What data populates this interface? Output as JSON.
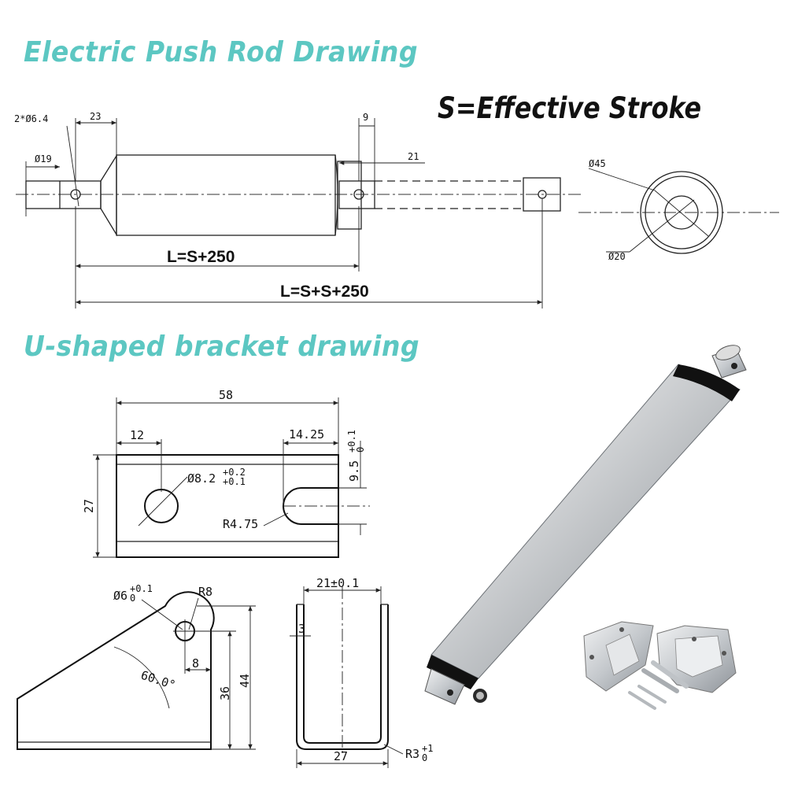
{
  "headings": {
    "rod_title": "Electric Push Rod Drawing",
    "bracket_title": "U-shaped bracket drawing",
    "stroke_note": "S=Effective Stroke"
  },
  "rod_drawing": {
    "hole_label": "2*Ø6.4",
    "dim_23": "23",
    "dim_9": "9",
    "dim_21": "21",
    "dia_19": "Ø19",
    "dia_45": "Ø45",
    "dia_20": "Ø20",
    "length_retracted": "L=S+250",
    "length_extended": "L=S+S+250"
  },
  "bracket_top_view": {
    "width": "58",
    "hole_offset": "12",
    "slot_offset": "14.25",
    "height": "27",
    "hole_dia": "Ø8.2",
    "hole_tol_upper": "+0.2",
    "hole_tol_lower": "+0.1",
    "slot_radius": "R4.75",
    "slot_depth": "9.5",
    "slot_tol_upper": "+0.1",
    "slot_tol_lower": "0"
  },
  "bracket_side_view": {
    "hole_dia": "Ø6",
    "hole_tol_upper": "+0.1",
    "hole_tol_lower": "0",
    "corner_radius": "R8",
    "angle": "60.0°",
    "dim_8": "8",
    "dim_36": "36",
    "dim_44": "44"
  },
  "bracket_end_view": {
    "inner_width": "21±0.1",
    "wall_thickness": "3",
    "outer_width": "27",
    "bend_radius": "R3",
    "bend_tol_upper": "+1",
    "bend_tol_lower": "0"
  },
  "colors": {
    "heading": "#5cc7c2",
    "line": "#222222",
    "actuator_body": "#c9cbcd",
    "actuator_cap": "#111111",
    "bracket_metal": "#cfd2d5"
  }
}
